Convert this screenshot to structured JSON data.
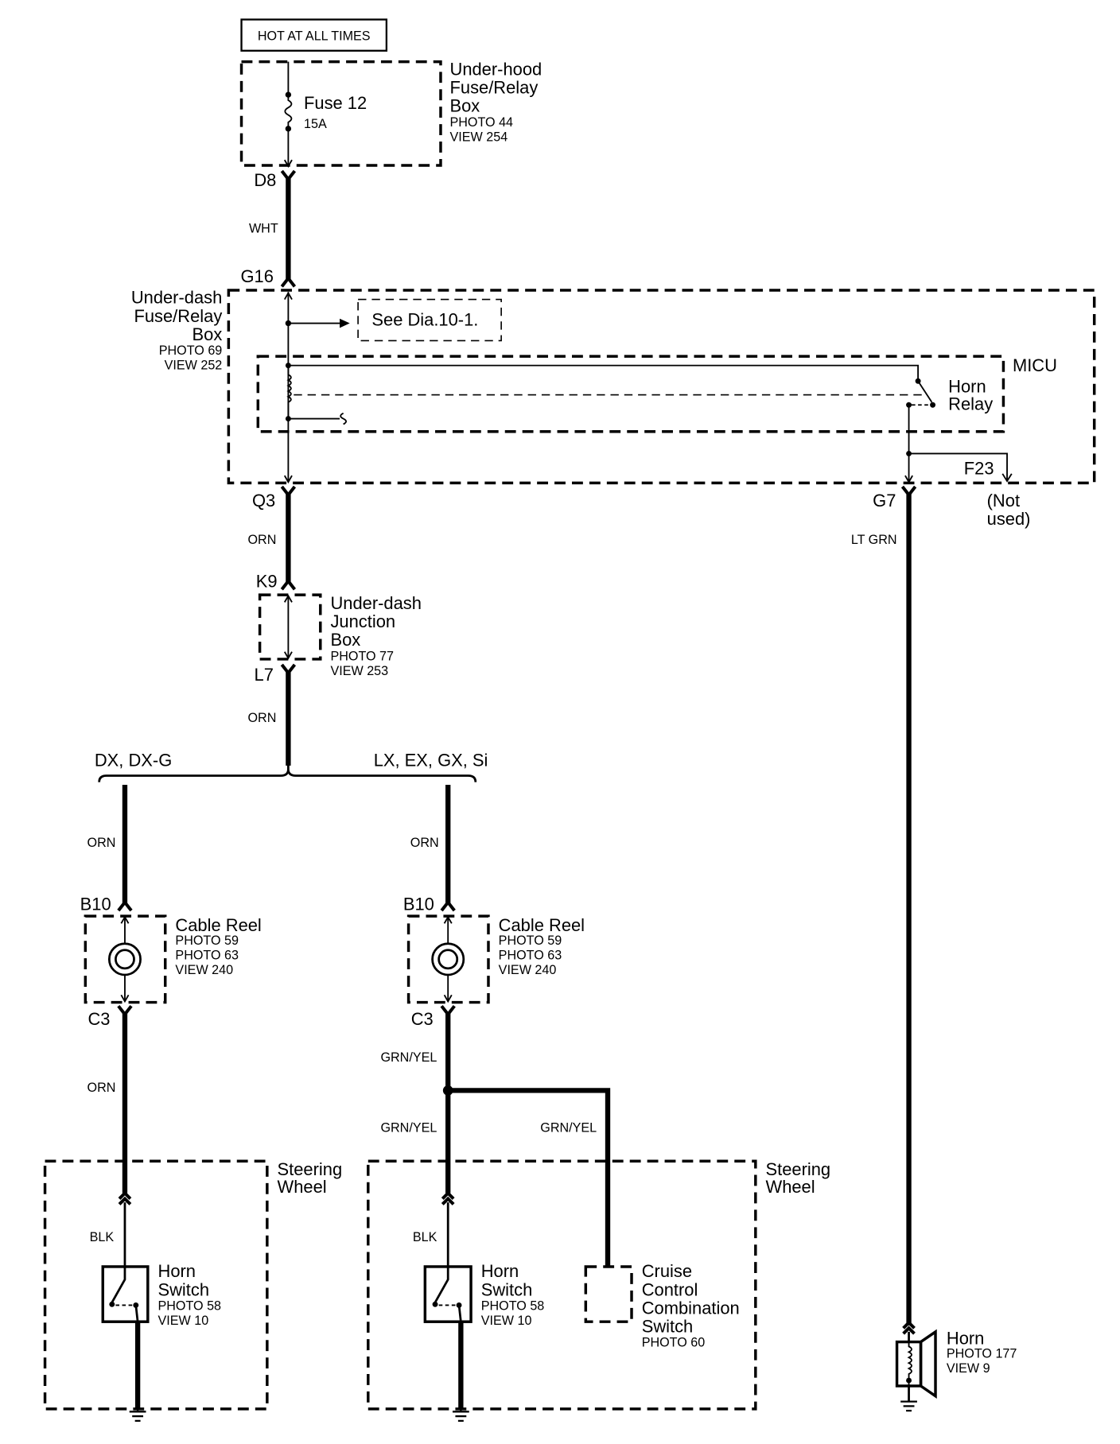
{
  "top_label": "HOT AT ALL TIMES",
  "underhood_box": {
    "lines": [
      "Under-hood",
      "Fuse/Relay",
      "Box"
    ],
    "refs": [
      "PHOTO 44",
      "VIEW 254"
    ],
    "fuse": {
      "name": "Fuse 12",
      "rating": "15A"
    }
  },
  "underdash_box": {
    "lines": [
      "Under-dash",
      "Fuse/Relay",
      "Box"
    ],
    "refs": [
      "PHOTO 69",
      "VIEW 252"
    ],
    "see_ref": "See Dia.10-1.",
    "micu": "MICU",
    "relay": [
      "Horn",
      "Relay"
    ],
    "not_used": [
      "(Not",
      "used)"
    ]
  },
  "junction_box": {
    "lines": [
      "Under-dash",
      "Junction",
      "Box"
    ],
    "refs": [
      "PHOTO 77",
      "VIEW 253"
    ]
  },
  "connectors": {
    "d8": "D8",
    "g16": "G16",
    "q3": "Q3",
    "g7": "G7",
    "f23": "F23",
    "k9": "K9",
    "l7": "L7"
  },
  "wires": {
    "d8_g16": "WHT",
    "q3_k9": "ORN",
    "l7_split": "ORN",
    "g7_horn": "LT GRN"
  },
  "branches": [
    {
      "variant": "DX, DX-G",
      "wire_in": "ORN",
      "connector_in": "B10",
      "connector_out": "C3",
      "cable_reel": {
        "name": "Cable Reel",
        "refs": [
          "PHOTO 59",
          "PHOTO 63",
          "VIEW 240"
        ]
      },
      "wire_out": "ORN",
      "steering_wheel": [
        "Steering",
        "Wheel"
      ],
      "wire_switch": "BLK",
      "horn_switch": {
        "lines": [
          "Horn",
          "Switch"
        ],
        "refs": [
          "PHOTO 58",
          "VIEW 10"
        ]
      }
    },
    {
      "variant": "LX, EX, GX, Si",
      "wire_in": "ORN",
      "connector_in": "B10",
      "connector_out": "C3",
      "cable_reel": {
        "name": "Cable Reel",
        "refs": [
          "PHOTO 59",
          "PHOTO 63",
          "VIEW 240"
        ]
      },
      "wire_out": "GRN/YEL",
      "wire_to_switch": "GRN/YEL",
      "wire_to_cruise": "GRN/YEL",
      "steering_wheel": [
        "Steering",
        "Wheel"
      ],
      "wire_switch": "BLK",
      "horn_switch": {
        "lines": [
          "Horn",
          "Switch"
        ],
        "refs": [
          "PHOTO 58",
          "VIEW 10"
        ]
      },
      "cruise_switch": {
        "lines": [
          "Cruise",
          "Control",
          "Combination",
          "Switch"
        ],
        "refs": [
          "PHOTO 60"
        ]
      }
    }
  ],
  "horn": {
    "name": "Horn",
    "refs": [
      "PHOTO 177",
      "VIEW 9"
    ]
  },
  "colors": {
    "ink": "#000000",
    "paper": "#ffffff"
  },
  "icons": [
    "fuse-icon",
    "relay-coil-icon",
    "relay-switch-icon",
    "cable-reel-icon",
    "horn-switch-icon",
    "horn-icon",
    "ground-icon",
    "connector-icon"
  ]
}
